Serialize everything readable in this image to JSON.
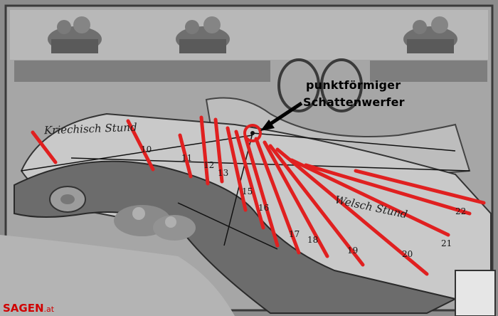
{
  "annotation": {
    "line1": "punktförmiger",
    "line2": "Schattenwerfer"
  },
  "scroll_text": {
    "left": "Kriechisch Stund",
    "right": "Welsch Stund"
  },
  "hour_numbers": [
    "10",
    "11",
    "12",
    "13",
    "15",
    "16",
    "17",
    "18",
    "19",
    "20",
    "21",
    "22"
  ],
  "watermark": {
    "brand": "SAGEN",
    "suffix": ".at"
  },
  "colors": {
    "hour_line": "#e02020",
    "annotation_circle": "#e02020",
    "arrow": "#000000",
    "brand": "#d00000"
  }
}
